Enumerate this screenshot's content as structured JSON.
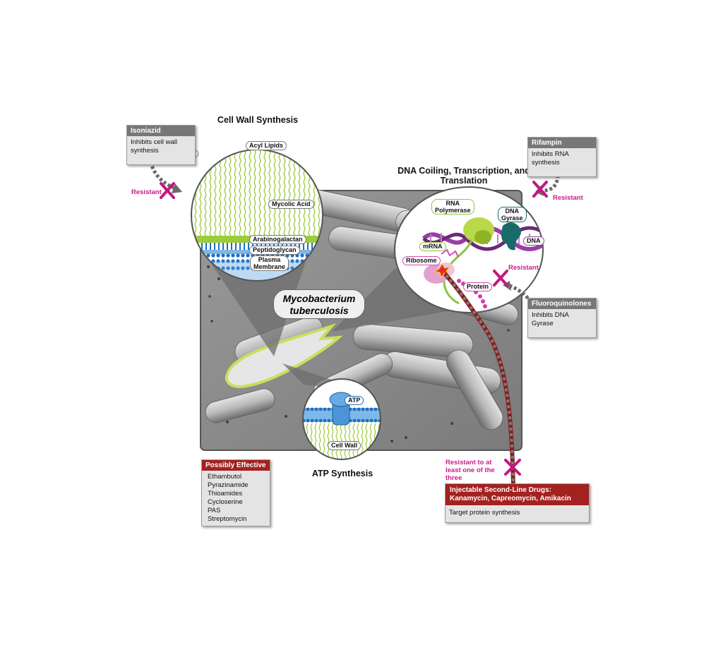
{
  "titles": {
    "cell_wall": "Cell Wall Synthesis",
    "dna": "DNA Coiling, Transcription, and Translation",
    "atp": "ATP Synthesis",
    "organism_line1": "Mycobacterium",
    "organism_line2": "tuberculosis"
  },
  "cell_wall_labels": {
    "acyl": "Acyl Lipids",
    "mycolic": "Mycolic Acid",
    "arabino": "Arabinogalactan",
    "peptido": "Peptidoglycan",
    "membrane1": "Plasma",
    "membrane2": "Membrane"
  },
  "dna_labels": {
    "rnap1": "RNA",
    "rnap2": "Polymerase",
    "gyrase1": "DNA",
    "gyrase2": "Gyrase",
    "dna": "DNA",
    "mrna": "mRNA",
    "ribosome": "Ribosome",
    "protein": "Protein"
  },
  "atp_labels": {
    "atp": "ATP",
    "cell_wall": "Cell Wall"
  },
  "drugs": {
    "isoniazid": {
      "name": "Isoniazid",
      "desc1": "Inhibits cell wall",
      "desc2": "synthesis"
    },
    "rifampin": {
      "name": "Rifampin",
      "desc1": "Inhibits RNA",
      "desc2": "synthesis"
    },
    "fluoro": {
      "name": "Fluoroquinolones",
      "desc1": "Inhibits DNA",
      "desc2": "Gyrase"
    },
    "possibly": {
      "name": "Possibly Effective",
      "items": [
        "Ethambutol",
        "Pyrazinamide",
        "Thioamides",
        "Cycloserine",
        "PAS",
        "Streptomycin"
      ]
    },
    "injectable": {
      "name1": "Injectable Second-Line Drugs:",
      "name2": "Kanamycin, Capreomycin, Amikacin",
      "desc": "Target protein synthesis"
    }
  },
  "resistance": {
    "isoniazid": "Resistant",
    "rifampin": "Resistant",
    "fluoro": "Resistant",
    "injectable1": "Resistant to at",
    "injectable2": "least one of the",
    "injectable3": "three"
  },
  "colors": {
    "resistant": "#cc1a8a",
    "drug_header": "#777777",
    "drug_header_red": "#a3211f",
    "lipid_green": "#9ccc3a",
    "membrane_blue": "#1f6fc0"
  }
}
